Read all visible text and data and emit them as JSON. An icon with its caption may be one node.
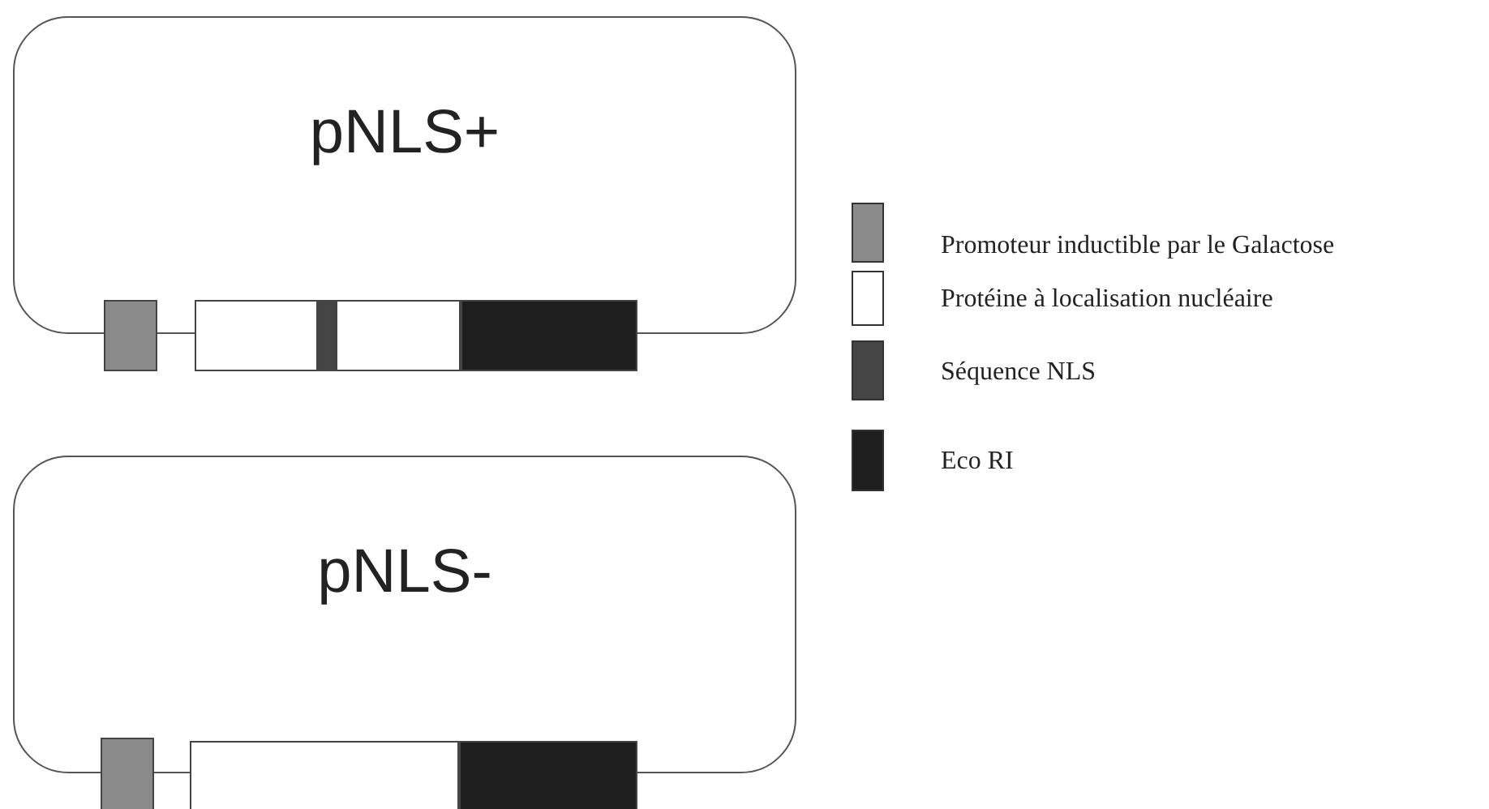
{
  "diagram": {
    "nodes": [
      {
        "text": [
          "pNLS+"
        ]
      },
      {
        "text": [
          "pNLS-"
        ]
      }
    ],
    "legend": [
      {
        "text": "Promoteur inductible par le Galactose",
        "color": "#8a8a8a"
      },
      {
        "text": "Protéine à localisation nucléaire",
        "color": "#ffffff"
      },
      {
        "text": "Séquence NLS",
        "color": "#454545"
      },
      {
        "text": "Eco RI",
        "color": "#1e1e1e"
      }
    ]
  }
}
